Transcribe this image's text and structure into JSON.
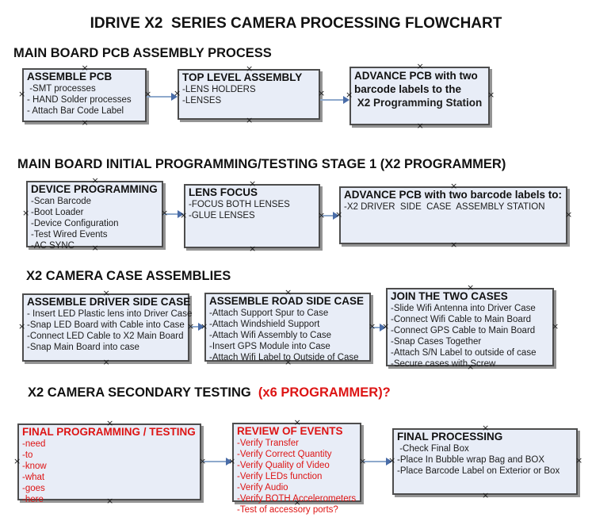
{
  "title": "IDRIVE X2  SERIES CAMERA PROCESSING FLOWCHART",
  "colors": {
    "accent_red": "#dd1414",
    "box_fill": "#e8edf7",
    "box_border": "#4d4d4d",
    "arrow_line": "#8ea9cc",
    "arrow_head": "#4a6da8"
  },
  "sections": [
    {
      "heading": "MAIN BOARD PCB ASSEMBLY PROCESS",
      "boxes": [
        {
          "title": "ASSEMBLE PCB",
          "lines": [
            " -SMT processes",
            "- HAND Solder processes",
            "- Attach Bar Code Label"
          ]
        },
        {
          "title": "TOP LEVEL ASSEMBLY",
          "lines": [
            "-LENS HOLDERS",
            "-LENSES"
          ]
        },
        {
          "title": "ADVANCE PCB with two barcode labels to the",
          "lines": [
            " X2 Programming Station"
          ]
        }
      ]
    },
    {
      "heading": "MAIN BOARD INITIAL PROGRAMMING/TESTING STAGE 1 (X2 PROGRAMMER)",
      "boxes": [
        {
          "title": "DEVICE PROGRAMMING",
          "lines": [
            "-Scan Barcode",
            "-Boot Loader",
            "-Device Configuration",
            "-Test Wired Events",
            "-AC SYNC"
          ]
        },
        {
          "title": "LENS FOCUS",
          "lines": [
            "-FOCUS BOTH LENSES",
            "-GLUE LENSES"
          ]
        },
        {
          "title": "ADVANCE PCB with two barcode labels to:",
          "lines": [
            "-X2 DRIVER  SIDE  CASE  ASSEMBLY STATION"
          ]
        }
      ]
    },
    {
      "heading": "X2 CAMERA CASE ASSEMBLIES",
      "boxes": [
        {
          "title": "ASSEMBLE DRIVER SIDE CASE",
          "lines": [
            "- Insert LED Plastic lens into Driver Case",
            "-Snap LED Board with Cable into Case",
            "-Connect LED Cable to X2 Main Board",
            "-Snap Main Board into case"
          ]
        },
        {
          "title": "ASSEMBLE ROAD SIDE CASE",
          "lines": [
            "-Attach Support Spur to Case",
            "-Attach Windshield Support",
            "-Attach Wifi Assembly to Case",
            "-Insert GPS Module into Case",
            "-Attach Wifi Label to Outside of Case"
          ]
        },
        {
          "title": "JOIN THE TWO CASES",
          "lines": [
            "-Slide Wifi Antenna into Driver Case",
            "-Connect Wifi Cable to Main Board",
            "-Connect GPS Cable to Main Board",
            "-Snap Cases Together",
            "-Attach S/N Label to outside of case",
            "-Secure cases with Screw"
          ]
        }
      ]
    },
    {
      "heading_black": "X2 CAMERA SECONDARY TESTING ",
      "heading_red": " (x6 PROGRAMMER)?",
      "boxes": [
        {
          "title": "FINAL PROGRAMMING / TESTING",
          "lines": [
            "-need",
            "-to",
            "-know",
            "-what",
            "-goes",
            "-here"
          ]
        },
        {
          "title": "REVIEW OF EVENTS",
          "lines": [
            "-Verify Transfer",
            "-Verify Correct Quantity",
            "-Verify Quality of Video",
            "-Verify LEDs function",
            "-Verify Audio",
            "-Verify BOTH Accelerometers",
            "-Test of accessory ports?"
          ]
        },
        {
          "title": "FINAL PROCESSING",
          "lines": [
            " -Check Final Box",
            "-Place In Bubble wrap Bag and BOX",
            "-Place Barcode Label on Exterior or Box"
          ]
        }
      ]
    }
  ]
}
